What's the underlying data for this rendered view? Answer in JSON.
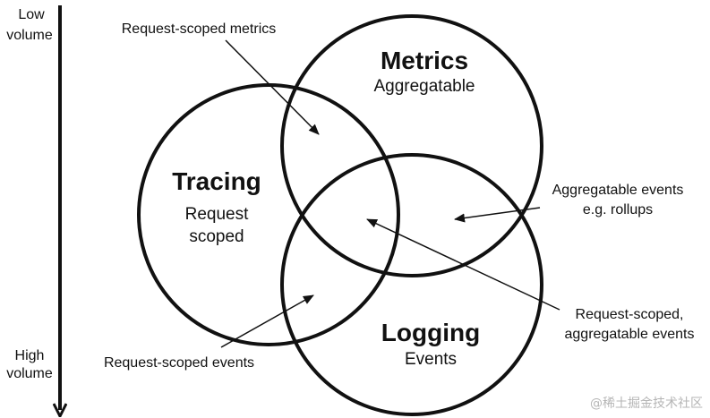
{
  "axis": {
    "top_line1": "Low",
    "top_line2": "volume",
    "bottom_line1": "High",
    "bottom_line2": "volume"
  },
  "circles": {
    "metrics": {
      "title": "Metrics",
      "subtitle": "Aggregatable"
    },
    "tracing": {
      "title": "Tracing",
      "subtitle_line1": "Request",
      "subtitle_line2": "scoped"
    },
    "logging": {
      "title": "Logging",
      "subtitle": "Events"
    }
  },
  "annotations": {
    "request_scoped_metrics": "Request-scoped metrics",
    "aggregatable_events_line1": "Aggregatable events",
    "aggregatable_events_line2": "e.g. rollups",
    "request_scoped_aggregatable_line1": "Request-scoped,",
    "request_scoped_aggregatable_line2": "aggregatable events",
    "request_scoped_events": "Request-scoped events"
  },
  "watermark": "@稀土掘金技术社区"
}
